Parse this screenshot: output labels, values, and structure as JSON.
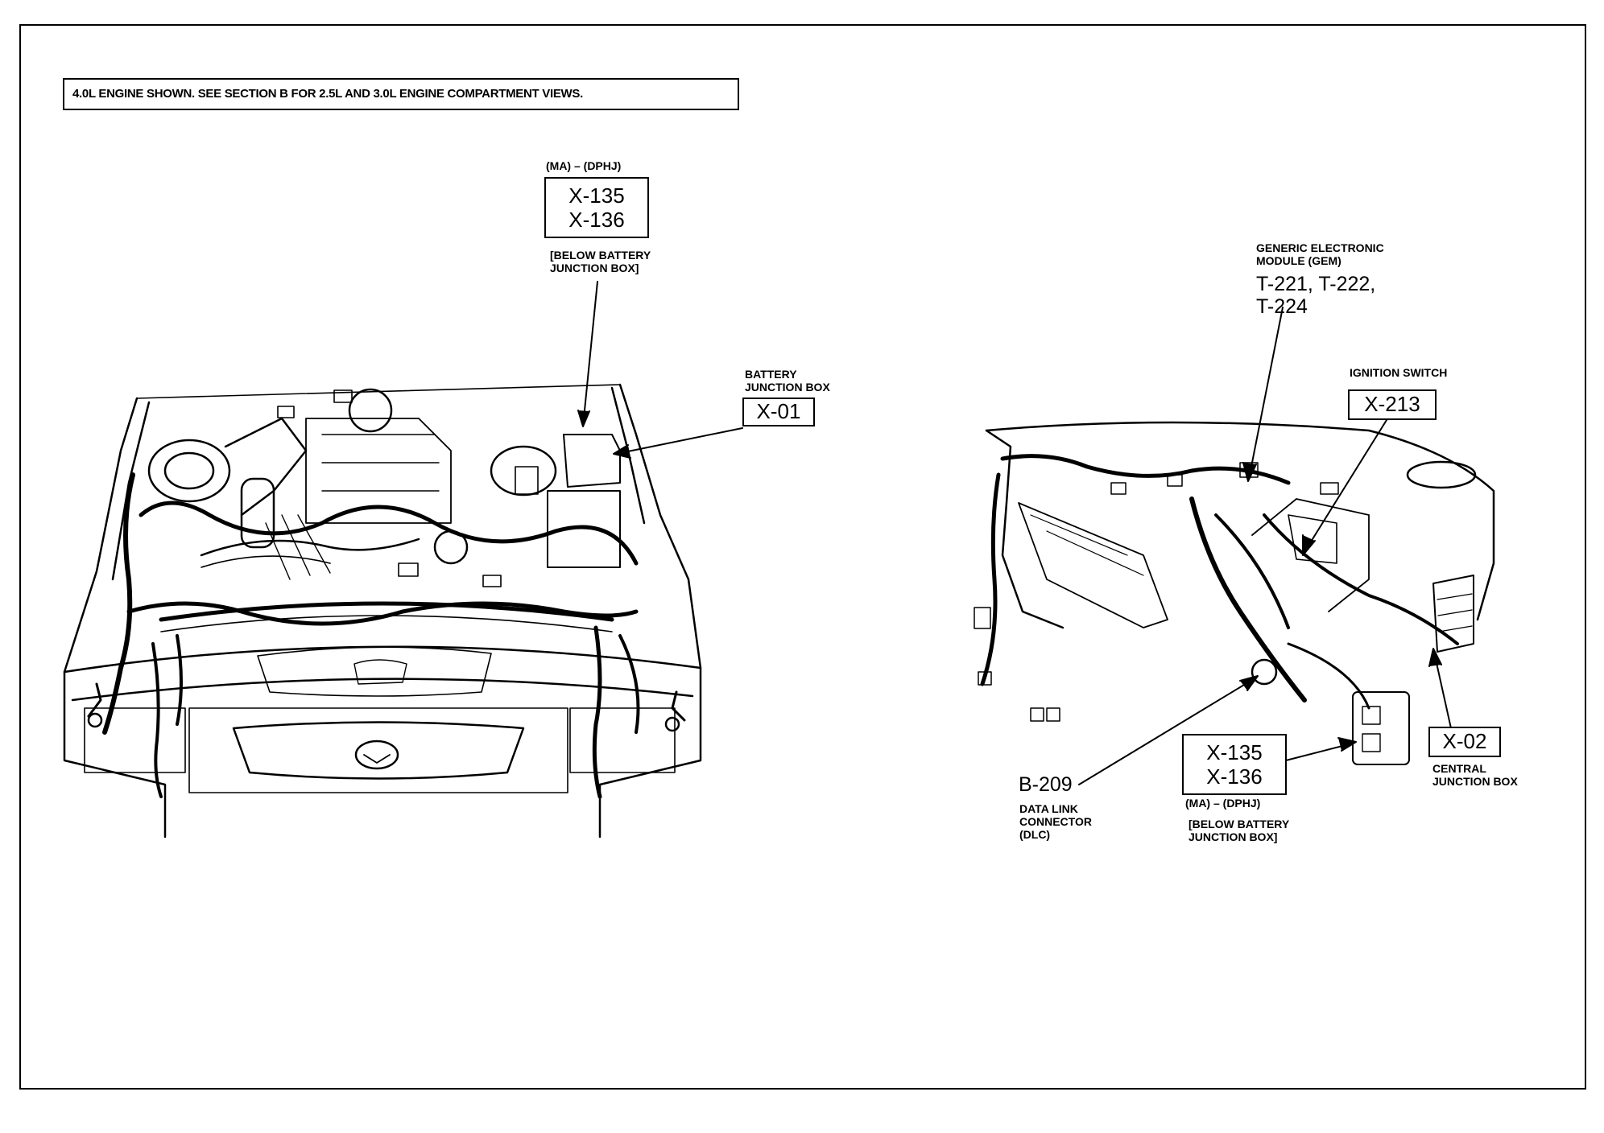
{
  "note": "4.0L ENGINE SHOWN. SEE SECTION B FOR 2.5L AND 3.0L ENGINE COMPARTMENT VIEWS.",
  "engine_view": {
    "x135_top": {
      "variant": "(MA) – (DPHJ)",
      "codes": [
        "X-135",
        "X-136"
      ],
      "location_line1": "[BELOW BATTERY",
      "location_line2": "JUNCTION BOX]"
    },
    "battery_junction_box": {
      "label_line1": "BATTERY",
      "label_line2": "JUNCTION BOX",
      "code": "X-01"
    }
  },
  "dash_view": {
    "gem": {
      "label_line1": "GENERIC ELECTRONIC",
      "label_line2": "MODULE (GEM)",
      "codes_line1": "T-221, T-222,",
      "codes_line2": "T-224"
    },
    "ignition_switch": {
      "label": "IGNITION SWITCH",
      "code": "X-213"
    },
    "dlc": {
      "code": "B-209",
      "label_line1": "DATA LINK",
      "label_line2": "CONNECTOR",
      "label_line3": "(DLC)"
    },
    "x135_bottom": {
      "codes": [
        "X-135",
        "X-136"
      ],
      "variant": "(MA) – (DPHJ)",
      "location_line1": "[BELOW BATTERY",
      "location_line2": "JUNCTION BOX]"
    },
    "central_junction_box": {
      "code": "X-02",
      "label_line1": "CENTRAL",
      "label_line2": "JUNCTION BOX"
    }
  }
}
